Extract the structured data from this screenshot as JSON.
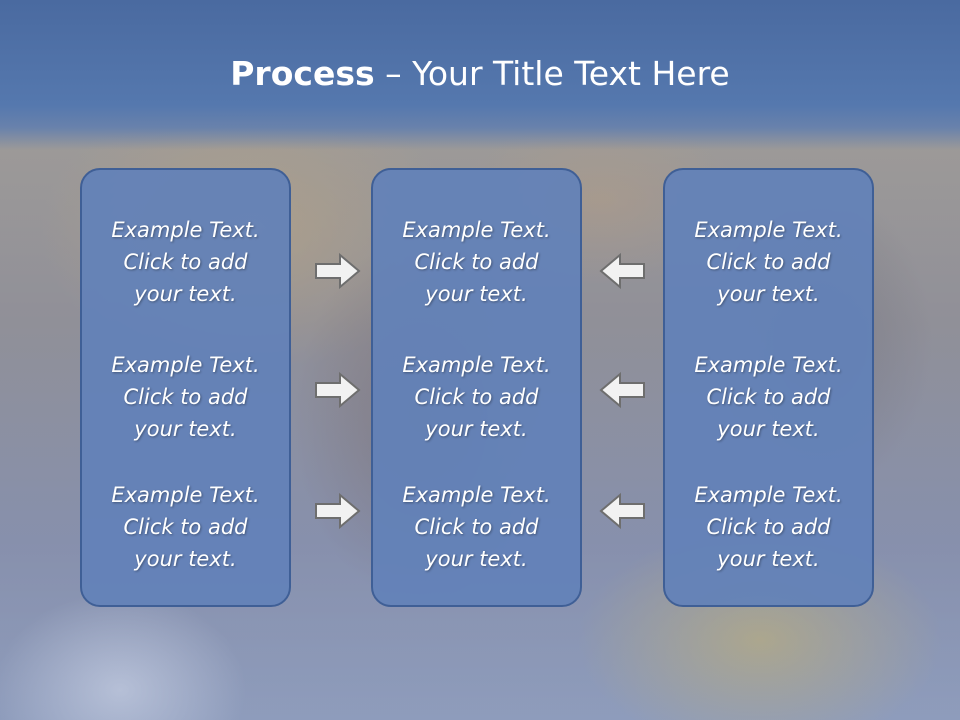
{
  "slide": {
    "title_bold": "Process",
    "title_rest": " – Your Title Text Here"
  },
  "panels": [
    {
      "items": [
        {
          "lines": [
            "Example Text.",
            "Click  to add",
            "your text."
          ]
        },
        {
          "lines": [
            "Example Text.",
            "Click  to add",
            "your text."
          ]
        },
        {
          "lines": [
            "Example Text.",
            "Click  to add",
            "your text."
          ]
        }
      ]
    },
    {
      "items": [
        {
          "lines": [
            "Example Text.",
            "Click  to add",
            "your text."
          ]
        },
        {
          "lines": [
            "Example Text.",
            "Click  to add",
            "your text."
          ]
        },
        {
          "lines": [
            "Example Text.",
            "Click  to add",
            "your text."
          ]
        }
      ]
    },
    {
      "items": [
        {
          "lines": [
            "Example Text.",
            "Click  to add",
            "your text."
          ]
        },
        {
          "lines": [
            "Example Text.",
            "Click  to add",
            "your text."
          ]
        },
        {
          "lines": [
            "Example Text.",
            "Click  to add",
            "your text."
          ]
        }
      ]
    }
  ],
  "arrows": {
    "left_column": [
      "arrow-right-icon",
      "arrow-right-icon",
      "arrow-right-icon"
    ],
    "right_column": [
      "arrow-left-icon",
      "arrow-left-icon",
      "arrow-left-icon"
    ]
  },
  "colors": {
    "header": "#5578ae",
    "panel_fill": "#6281b8",
    "panel_border": "#3f5f96",
    "text": "#ffffff",
    "arrow_fill": "#f2f2f2",
    "arrow_stroke": "#6e6e6e"
  }
}
